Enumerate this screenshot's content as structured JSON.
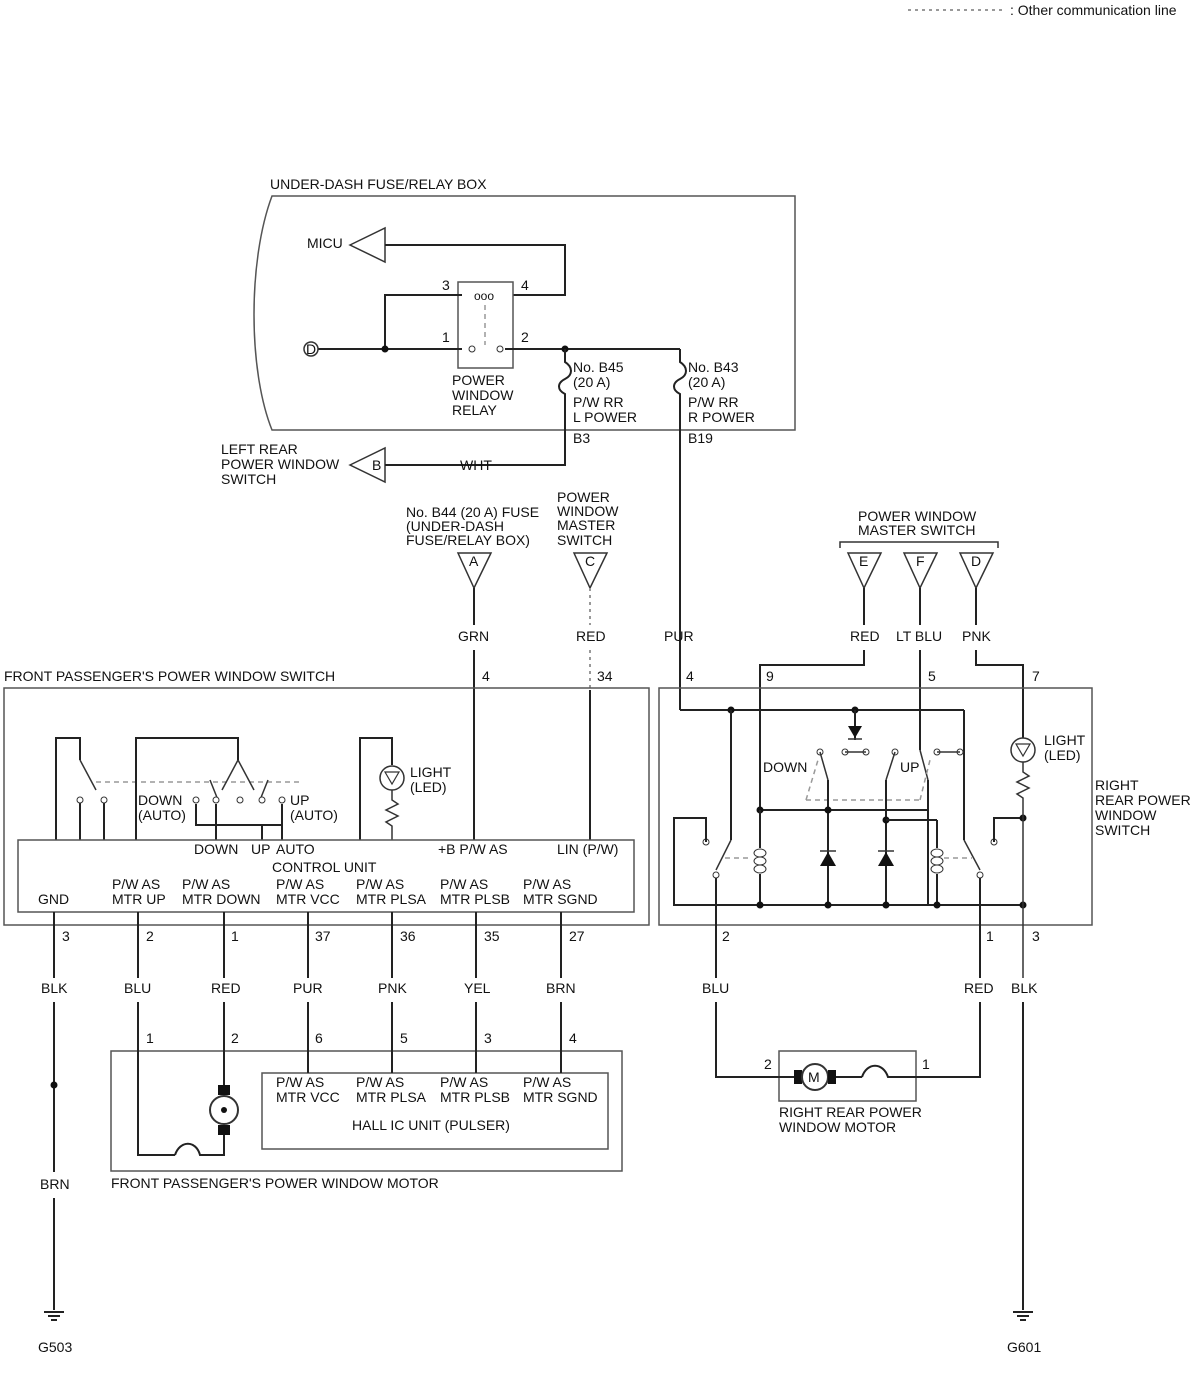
{
  "legend": {
    "text": ": Other communication line"
  },
  "fuse_box": {
    "title": "UNDER-DASH FUSE/RELAY BOX",
    "micu": "MICU",
    "connector_d": "D",
    "relay_pin_3": "3",
    "relay_pin_4": "4",
    "relay_pin_1": "1",
    "relay_pin_2": "2",
    "relay_l1": "POWER",
    "relay_l2": "WINDOW",
    "relay_l3": "RELAY",
    "fuse_b45_l1": "No. B45",
    "fuse_b45_l2": "(20 A)",
    "fuse_b45_l3": "P/W RR",
    "fuse_b45_l4": "L POWER",
    "fuse_b43_l1": "No. B43",
    "fuse_b43_l2": "(20 A)",
    "fuse_b43_l3": "P/W RR",
    "fuse_b43_l4": "R POWER",
    "term_b3": "B3",
    "term_b19": "B19"
  },
  "left_rear": {
    "l1": "LEFT REAR",
    "l2": "POWER WINDOW",
    "l3": "SWITCH",
    "connector": "B",
    "wire": "WHT"
  },
  "connectors": {
    "a_l1": "No. B44 (20 A) FUSE",
    "a_l2": "(UNDER-DASH",
    "a_l3": "FUSE/RELAY BOX)",
    "a": "A",
    "c_l1": "POWER",
    "c_l2": "WINDOW",
    "c_l3": "MASTER",
    "c_l4": "SWITCH",
    "c": "C",
    "master_l1": "POWER WINDOW",
    "master_l2": "MASTER SWITCH",
    "e": "E",
    "f": "F",
    "d": "D"
  },
  "wires_top": {
    "grn": "GRN",
    "red_c": "RED",
    "pur": "PUR",
    "red_e": "RED",
    "ltblu": "LT BLU",
    "pnk": "PNK"
  },
  "fp_switch": {
    "title": "FRONT PASSENGER'S POWER WINDOW SWITCH",
    "pin_top_4": "4",
    "pin_top_34": "34",
    "down_auto_l1": "DOWN",
    "down_auto_l2": "(AUTO)",
    "up_auto_l1": "UP",
    "up_auto_l2": "(AUTO)",
    "light_l1": "LIGHT",
    "light_l2": "(LED)",
    "down": "DOWN",
    "up": "UP",
    "auto": "AUTO",
    "control_unit": "CONTROL UNIT",
    "bpwas": "+B P/W AS",
    "lin": "LIN (P/W)",
    "gnd": "GND",
    "mtr_up_l1": "P/W AS",
    "mtr_up_l2": "MTR UP",
    "mtr_down_l1": "P/W AS",
    "mtr_down_l2": "MTR DOWN",
    "mtr_vcc_l1": "P/W AS",
    "mtr_vcc_l2": "MTR VCC",
    "mtr_plsa_l1": "P/W AS",
    "mtr_plsa_l2": "MTR PLSA",
    "mtr_plsb_l1": "P/W AS",
    "mtr_plsb_l2": "MTR PLSB",
    "mtr_sgnd_l1": "P/W AS",
    "mtr_sgnd_l2": "MTR SGND",
    "pins": [
      "3",
      "2",
      "1",
      "37",
      "36",
      "35",
      "27"
    ],
    "wires": [
      "BLK",
      "BLU",
      "RED",
      "PUR",
      "PNK",
      "YEL",
      "BRN"
    ]
  },
  "fp_motor": {
    "title": "FRONT PASSENGER'S POWER WINDOW MOTOR",
    "pins": [
      "1",
      "2",
      "6",
      "5",
      "3",
      "4"
    ],
    "vcc_l1": "P/W AS",
    "vcc_l2": "MTR VCC",
    "plsa_l1": "P/W AS",
    "plsa_l2": "MTR PLSA",
    "plsb_l1": "P/W AS",
    "plsb_l2": "MTR PLSB",
    "sgnd_l1": "P/W AS",
    "sgnd_l2": "MTR SGND",
    "hall": "HALL IC UNIT (PULSER)",
    "gnd_wire": "BRN",
    "ground": "G503"
  },
  "rr_switch": {
    "l1": "RIGHT",
    "l2": "REAR POWER",
    "l3": "WINDOW",
    "l4": "SWITCH",
    "pin_top_4": "4",
    "pin_top_9": "9",
    "pin_top_5": "5",
    "pin_top_7": "7",
    "down": "DOWN",
    "up": "UP",
    "light_l1": "LIGHT",
    "light_l2": "(LED)",
    "pin_bot_2": "2",
    "pin_bot_1": "1",
    "pin_bot_3": "3",
    "wire_blu": "BLU",
    "wire_red": "RED",
    "wire_blk": "BLK"
  },
  "rr_motor": {
    "l1": "RIGHT REAR POWER",
    "l2": "WINDOW MOTOR",
    "pin_2": "2",
    "pin_1": "1",
    "m": "M",
    "ground": "G601"
  }
}
